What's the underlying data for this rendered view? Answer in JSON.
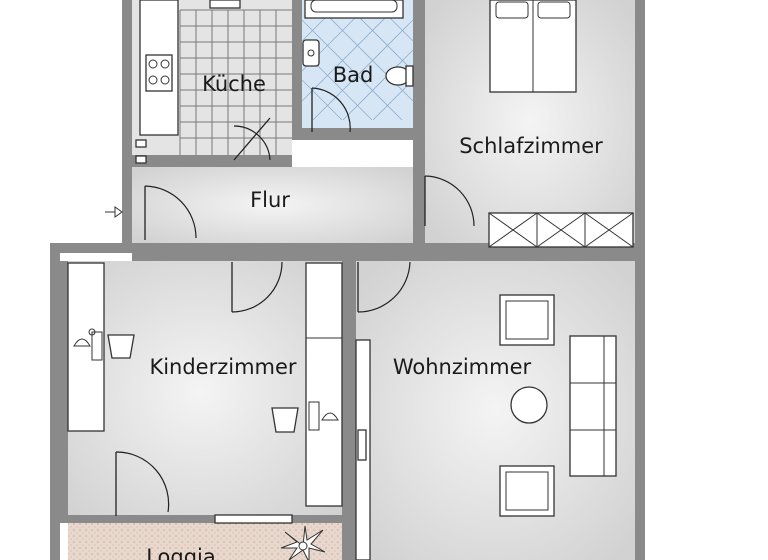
{
  "rooms": {
    "kueche": "Küche",
    "bad": "Bad",
    "schlafzimmer": "Schlafzimmer",
    "flur": "Flur",
    "kinderzimmer": "Kinderzimmer",
    "wohnzimmer": "Wohnzimmer",
    "loggia": "Loggia"
  },
  "colors": {
    "wall": "#8a8a8a",
    "floor": "#e4e4e4",
    "bath_floor": "#d6e6f5",
    "loggia_floor": "#e8d7cc",
    "label": "#1a1a1a"
  },
  "icons": {
    "entrance": "entrance-arrow-icon",
    "plant": "plant-icon",
    "lamp": "desk-lamp-icon"
  }
}
